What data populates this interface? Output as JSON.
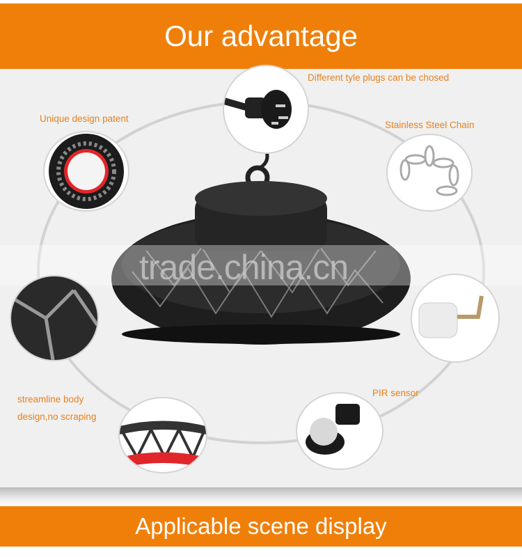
{
  "header": {
    "title": "Our advantage"
  },
  "features": [
    {
      "label": "Different tyle plugs can be chosed",
      "icon": "plug-image"
    },
    {
      "label": "Unique design patent",
      "icon": "lamp-front-image"
    },
    {
      "label": "Stainless Steel Chain",
      "icon": "chain-image"
    },
    {
      "label": "streamline body",
      "label2": "design,no scraping",
      "icon": "heatsink-edge-image"
    },
    {
      "label": "PIR sensor",
      "icon": "pir-sensor-image"
    }
  ],
  "watermark": "trade.china.cn",
  "footer": {
    "title": "Applicable scene display"
  },
  "colors": {
    "accent": "#f07f0a",
    "label": "#e8801c",
    "background": "#f0f0f0"
  }
}
